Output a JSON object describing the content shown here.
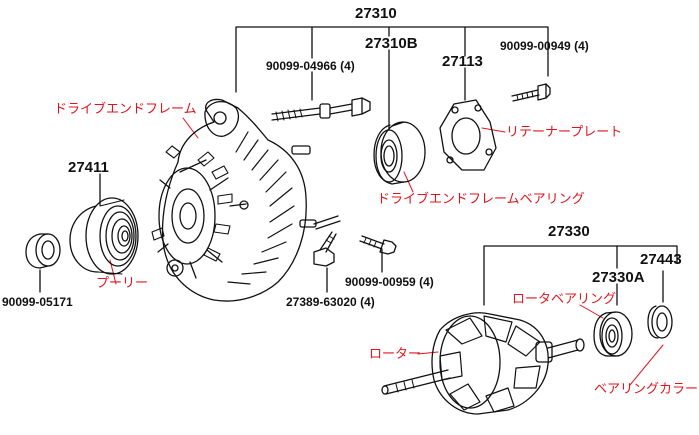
{
  "labels": {
    "pn_27310": "27310",
    "pn_27310b": "27310B",
    "pn_27113": "27113",
    "pn_90099_04966": "90099-04966 (4)",
    "pn_90099_00949": "90099-00949 (4)",
    "pn_27411": "27411",
    "pn_90099_05171": "90099-05171",
    "pn_27389_63020": "27389-63020 (4)",
    "pn_90099_00959": "90099-00959 (4)",
    "pn_27330": "27330",
    "pn_27443": "27443",
    "pn_27330a": "27330A",
    "jp_drive_end_frame": "ドライブエンドフレーム",
    "jp_retainer_plate": "リテーナープレート",
    "jp_drive_end_frame_bearing": "ドライブエンドフレームベアリング",
    "jp_pulley": "プーリー",
    "jp_rotor_bearing": "ロータベアリング",
    "jp_rotor": "ローター",
    "jp_bearing_collar": "ベアリングカラー"
  },
  "colors": {
    "line": "#111111",
    "japanese_label": "#e0141e"
  }
}
